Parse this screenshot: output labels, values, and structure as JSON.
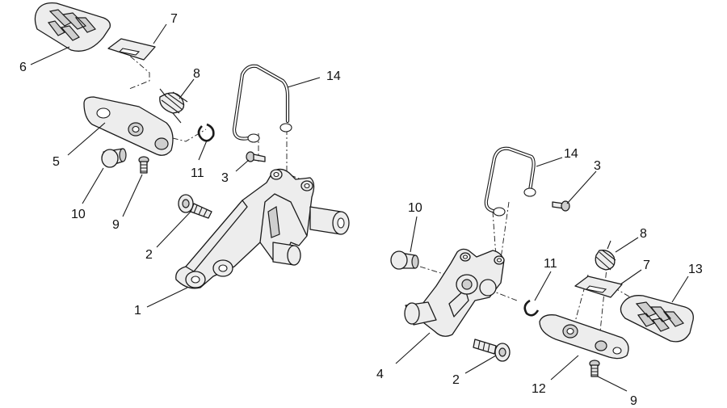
{
  "callouts": {
    "left": {
      "c1": "1",
      "c2": "2",
      "c3": "3",
      "c5": "5",
      "c6": "6",
      "c7": "7",
      "c8": "8",
      "c9": "9",
      "c10": "10",
      "c11": "11",
      "c14": "14"
    },
    "right": {
      "c2": "2",
      "c3": "3",
      "c4": "4",
      "c7": "7",
      "c8": "8",
      "c9": "9",
      "c10": "10",
      "c11": "11",
      "c12": "12",
      "c13": "13",
      "c14": "14"
    }
  }
}
